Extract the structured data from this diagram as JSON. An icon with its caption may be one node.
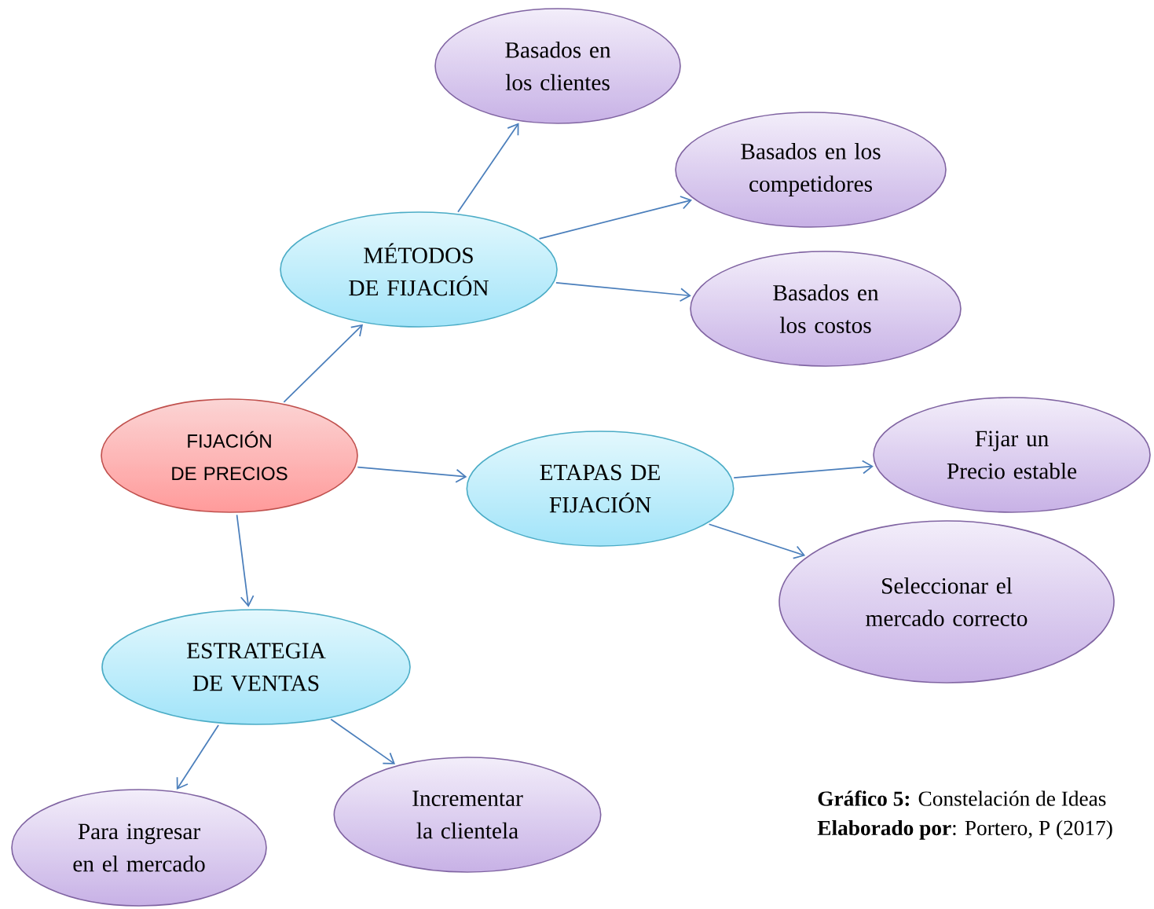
{
  "diagram": {
    "caption": "**Gráfico 5:** Constelación de Ideas",
    "nodes": [
      {
        "text": [
          "FIJACIÓN DE PRECIOS"
        ]
      },
      {
        "text": [
          "MÉTODOS DE FIJACIÓN"
        ]
      },
      {
        "text": [
          "Basados en los clientes"
        ]
      },
      {
        "text": [
          "Basados en los competidores"
        ]
      },
      {
        "text": [
          "Basados en los costos"
        ]
      },
      {
        "text": [
          "ETAPAS DE FIJACIÓN"
        ]
      },
      {
        "text": [
          "Fijar un Precio estable"
        ]
      },
      {
        "text": [
          "Seleccionar el mercado correcto"
        ]
      },
      {
        "text": [
          "ESTRATEGIA DE VENTAS"
        ]
      },
      {
        "text": [
          "Para ingresar en el mercado"
        ]
      },
      {
        "text": [
          "Incrementar la clientela"
        ]
      }
    ],
    "edges": [
      {
        "from": 0,
        "to": 1,
        "arrow": "to"
      },
      {
        "from": 1,
        "to": 2,
        "arrow": "to"
      },
      {
        "from": 1,
        "to": 3,
        "arrow": "to"
      },
      {
        "from": 1,
        "to": 4,
        "arrow": "to"
      },
      {
        "from": 0,
        "to": 5,
        "arrow": "to"
      },
      {
        "from": 5,
        "to": 6,
        "arrow": "to"
      },
      {
        "from": 5,
        "to": 7,
        "arrow": "to"
      },
      {
        "from": 0,
        "to": 8,
        "arrow": "to"
      },
      {
        "from": 8,
        "to": 9,
        "arrow": "to"
      },
      {
        "from": 8,
        "to": 10,
        "arrow": "to"
      }
    ],
    "labels": [
      "**Elaborado por**: Portero, P (2017)"
    ]
  }
}
